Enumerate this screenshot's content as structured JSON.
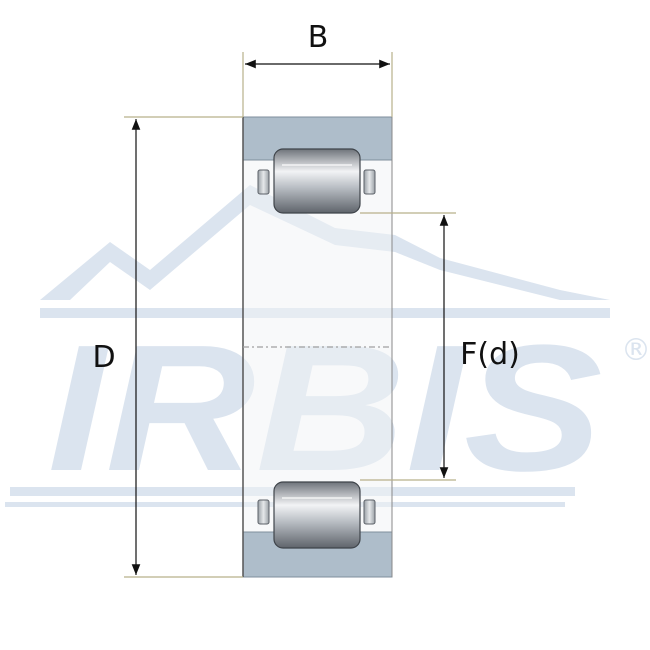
{
  "watermark": {
    "brand": "IRBIS",
    "registered_mark": "®",
    "color": "#dbe4ef"
  },
  "dimensions": {
    "width_label": "B",
    "outer_diameter_label": "D",
    "raceway_label": "F(d)"
  },
  "colors": {
    "ring": "#aebdca",
    "ring_edge": "#7f8e9c",
    "dimension_line": "#b8b08a",
    "arrow": "#111111",
    "label": "#111111"
  }
}
